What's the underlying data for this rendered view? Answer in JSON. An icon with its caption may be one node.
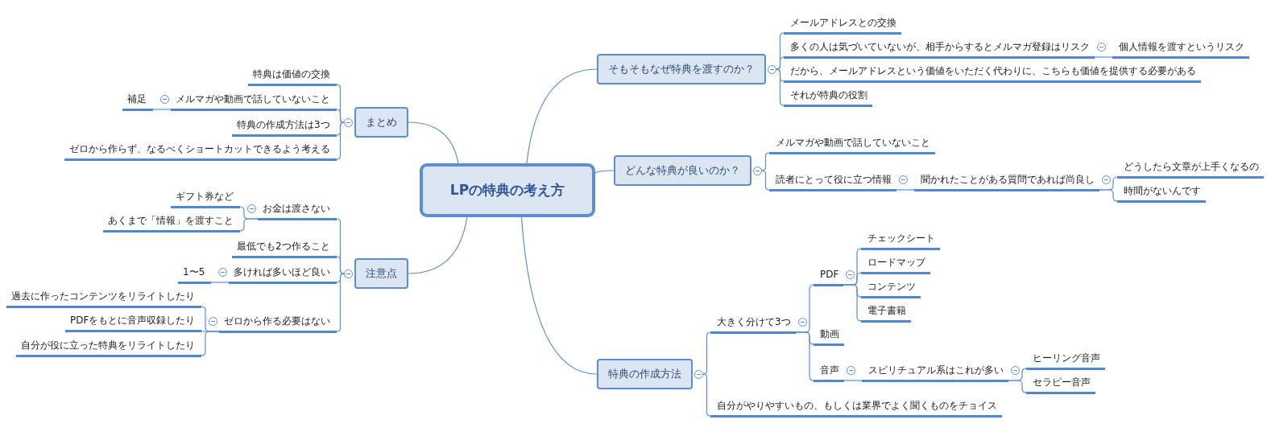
{
  "diagram": {
    "nodes": [
      {
        "text": [
          "LPの特典の考え方"
        ]
      },
      {
        "text": [
          "そもそもなぜ特典を渡すのか？"
        ]
      },
      {
        "text": [
          "メールアドレスとの交換"
        ]
      },
      {
        "text": [
          "多くの人は気づいていないが、相手からするとメルマガ登録はリスク"
        ]
      },
      {
        "text": [
          "個人情報を渡すというリスク"
        ]
      },
      {
        "text": [
          "だから、メールアドレスという価値をいただく代わりに、こちらも価値を提供する必要がある"
        ]
      },
      {
        "text": [
          "それが特典の役割"
        ]
      },
      {
        "text": [
          "どんな特典が良いのか？"
        ]
      },
      {
        "text": [
          "メルマガや動画で話していないこと"
        ]
      },
      {
        "text": [
          "読者にとって役に立つ情報"
        ]
      },
      {
        "text": [
          "聞かれたことがある質問であれば尚良し"
        ]
      },
      {
        "text": [
          "どうしたら文章が上手くなるの"
        ]
      },
      {
        "text": [
          "時間がないんです"
        ]
      },
      {
        "text": [
          "特典の作成方法"
        ]
      },
      {
        "text": [
          "大きく分けて3つ"
        ]
      },
      {
        "text": [
          "PDF"
        ]
      },
      {
        "text": [
          "チェックシート"
        ]
      },
      {
        "text": [
          "ロードマップ"
        ]
      },
      {
        "text": [
          "コンテンツ"
        ]
      },
      {
        "text": [
          "電子書籍"
        ]
      },
      {
        "text": [
          "動画"
        ]
      },
      {
        "text": [
          "音声"
        ]
      },
      {
        "text": [
          "スピリチュアル系はこれが多い"
        ]
      },
      {
        "text": [
          "ヒーリング音声"
        ]
      },
      {
        "text": [
          "セラピー音声"
        ]
      },
      {
        "text": [
          "自分がやりやすいもの、もしくは業界でよく聞くものをチョイス"
        ]
      },
      {
        "text": [
          "まとめ"
        ]
      },
      {
        "text": [
          "特典は価値の交換"
        ]
      },
      {
        "text": [
          "メルマガや動画で話していないこと"
        ]
      },
      {
        "text": [
          "補足"
        ]
      },
      {
        "text": [
          "特典の作成方法は3つ"
        ]
      },
      {
        "text": [
          "ゼロから作らず、なるべくショートカットできるよう考える"
        ]
      },
      {
        "text": [
          "注意点"
        ]
      },
      {
        "text": [
          "お金は渡さない"
        ]
      },
      {
        "text": [
          "ギフト券など"
        ]
      },
      {
        "text": [
          "あくまで「情報」を渡すこと"
        ]
      },
      {
        "text": [
          "最低でも2つ作ること"
        ]
      },
      {
        "text": [
          "多ければ多いほど良い"
        ]
      },
      {
        "text": [
          "1〜5"
        ]
      },
      {
        "text": [
          "ゼロから作る必要はない"
        ]
      },
      {
        "text": [
          "過去に作ったコンテンツをリライトしたり"
        ]
      },
      {
        "text": [
          "PDFをもとに音声収録したり"
        ]
      },
      {
        "text": [
          "自分が役に立った特典をリライトしたり"
        ]
      }
    ],
    "edges": [
      {
        "from": 0,
        "to": 1,
        "arrow": "none"
      },
      {
        "from": 1,
        "to": 2,
        "arrow": "none"
      },
      {
        "from": 1,
        "to": 3,
        "arrow": "none"
      },
      {
        "from": 3,
        "to": 4,
        "arrow": "none"
      },
      {
        "from": 1,
        "to": 5,
        "arrow": "none"
      },
      {
        "from": 1,
        "to": 6,
        "arrow": "none"
      },
      {
        "from": 0,
        "to": 7,
        "arrow": "none"
      },
      {
        "from": 7,
        "to": 8,
        "arrow": "none"
      },
      {
        "from": 7,
        "to": 9,
        "arrow": "none"
      },
      {
        "from": 9,
        "to": 10,
        "arrow": "none"
      },
      {
        "from": 10,
        "to": 11,
        "arrow": "none"
      },
      {
        "from": 10,
        "to": 12,
        "arrow": "none"
      },
      {
        "from": 0,
        "to": 13,
        "arrow": "none"
      },
      {
        "from": 13,
        "to": 14,
        "arrow": "none"
      },
      {
        "from": 14,
        "to": 15,
        "arrow": "none"
      },
      {
        "from": 15,
        "to": 16,
        "arrow": "none"
      },
      {
        "from": 15,
        "to": 17,
        "arrow": "none"
      },
      {
        "from": 15,
        "to": 18,
        "arrow": "none"
      },
      {
        "from": 15,
        "to": 19,
        "arrow": "none"
      },
      {
        "from": 14,
        "to": 20,
        "arrow": "none"
      },
      {
        "from": 14,
        "to": 21,
        "arrow": "none"
      },
      {
        "from": 21,
        "to": 22,
        "arrow": "none"
      },
      {
        "from": 22,
        "to": 23,
        "arrow": "none"
      },
      {
        "from": 22,
        "to": 24,
        "arrow": "none"
      },
      {
        "from": 13,
        "to": 25,
        "arrow": "none"
      },
      {
        "from": 0,
        "to": 26,
        "arrow": "none"
      },
      {
        "from": 26,
        "to": 27,
        "arrow": "none"
      },
      {
        "from": 26,
        "to": 28,
        "arrow": "none"
      },
      {
        "from": 28,
        "to": 29,
        "arrow": "none"
      },
      {
        "from": 26,
        "to": 30,
        "arrow": "none"
      },
      {
        "from": 26,
        "to": 31,
        "arrow": "none"
      },
      {
        "from": 0,
        "to": 32,
        "arrow": "none"
      },
      {
        "from": 32,
        "to": 33,
        "arrow": "none"
      },
      {
        "from": 33,
        "to": 34,
        "arrow": "none"
      },
      {
        "from": 33,
        "to": 35,
        "arrow": "none"
      },
      {
        "from": 32,
        "to": 36,
        "arrow": "none"
      },
      {
        "from": 32,
        "to": 37,
        "arrow": "none"
      },
      {
        "from": 37,
        "to": 38,
        "arrow": "none"
      },
      {
        "from": 32,
        "to": 39,
        "arrow": "none"
      },
      {
        "from": 39,
        "to": 40,
        "arrow": "none"
      },
      {
        "from": 39,
        "to": 41,
        "arrow": "none"
      },
      {
        "from": 39,
        "to": 42,
        "arrow": "none"
      }
    ]
  }
}
